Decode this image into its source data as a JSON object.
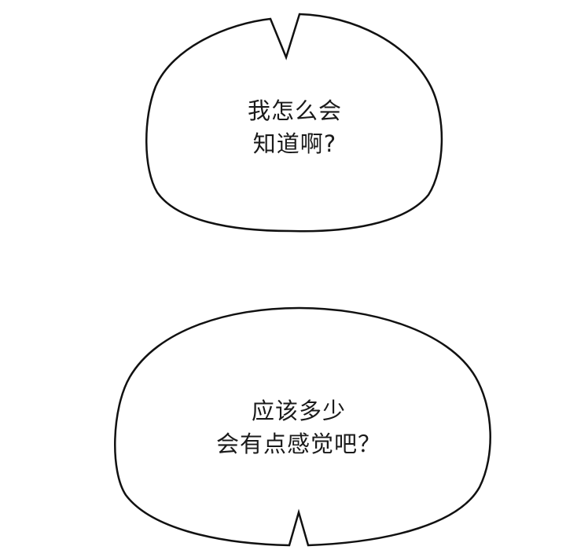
{
  "panel": {
    "background": "#ffffff",
    "outline_color": "#111111"
  },
  "bubbles": [
    {
      "tail_direction": "up",
      "lines": [
        "我怎么会",
        "知道啊?"
      ]
    },
    {
      "tail_direction": "down",
      "lines": [
        "应该多少",
        "会有点感觉吧？"
      ]
    }
  ]
}
